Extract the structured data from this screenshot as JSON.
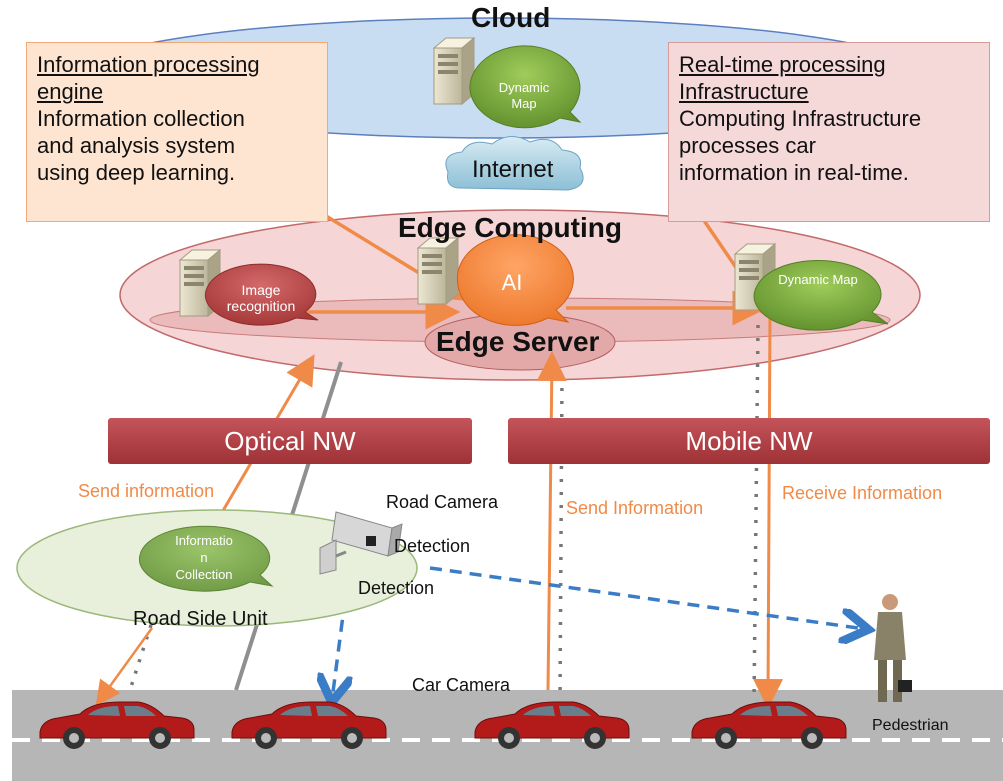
{
  "cloud": {
    "title": "Cloud",
    "dynamic_map_label": "Dynamic Map",
    "internet_label": "Internet"
  },
  "edge": {
    "title": "Edge Computing",
    "server_label": "Edge Server",
    "image_recognition_label": "Image recognition",
    "ai_label": "AI",
    "dynamic_map_label": "Dynamic Map"
  },
  "callouts": {
    "left": {
      "heading_line1": "Information processing",
      "heading_line2": "engine",
      "body_line1": "Information collection",
      "body_line2": "and analysis system",
      "body_line3": "using deep learning."
    },
    "right": {
      "heading_line1": "Real-time processing",
      "heading_line2": "Infrastructure",
      "body_line1": "Computing Infrastructure",
      "body_line2": "processes car",
      "body_line3": "information  in real-time."
    }
  },
  "networks": {
    "optical": "Optical NW",
    "mobile": "Mobile NW"
  },
  "flows": {
    "send_information_left": "Send information",
    "send_information_mid": "Send Information",
    "receive_information": "Receive Information"
  },
  "roadside": {
    "info_collection_line1": "Informatio",
    "info_collection_line2": "n",
    "info_collection_line3": "Collection",
    "unit_label": "Road Side Unit",
    "road_camera_label": "Road Camera",
    "detection_label_1": "Detection",
    "detection_label_2": "Detection"
  },
  "road": {
    "car_camera_label": "Car Camera",
    "pedestrian_label": "Pedestrian"
  },
  "colors": {
    "orange": "#f08a48",
    "band_red": "#a8383c",
    "green_bubble": "#6e9a3c",
    "cloud_blue": "#b9d3ee",
    "edge_pink": "#f3d3d3",
    "road_gray": "#b6b6b6",
    "detection_blue": "#3b7cc6",
    "car_red": "#b31b1b"
  }
}
